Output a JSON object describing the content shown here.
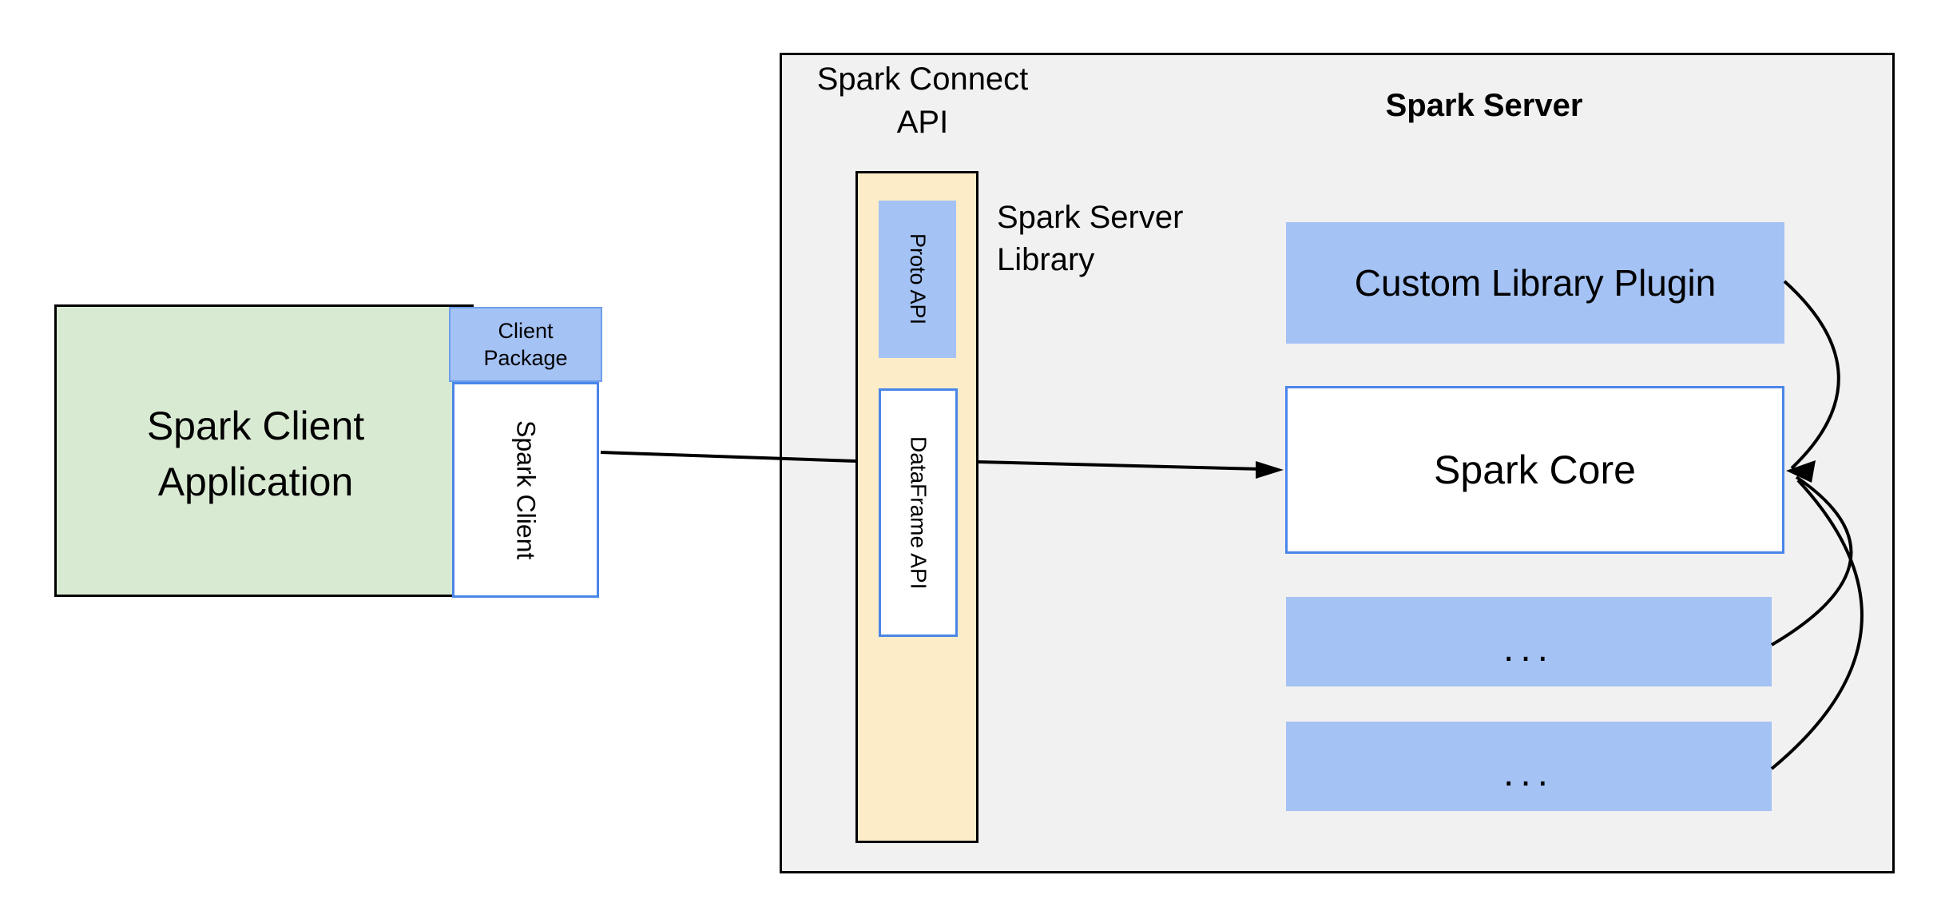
{
  "client": {
    "app_label": "Spark Client\nApplication",
    "package_label": "Client\nPackage",
    "spark_client_label": "Spark Client"
  },
  "connect": {
    "title": "Spark Connect\nAPI",
    "proto_api_label": "Proto API",
    "dataframe_api_label": "DataFrame API",
    "library_label": "Spark Server\nLibrary"
  },
  "server": {
    "title": "Spark Server",
    "plugin_label": "Custom Library Plugin",
    "core_label": "Spark Core",
    "more_row_1": "...",
    "more_row_2": "..."
  },
  "colors": {
    "green_fill": "#d9ead3",
    "blue_fill": "#a4c2f4",
    "yellow_fill": "#fdecc8",
    "gray_fill": "#f1f1f1",
    "blue_border": "#4a86e8",
    "black": "#000000",
    "white": "#ffffff"
  }
}
